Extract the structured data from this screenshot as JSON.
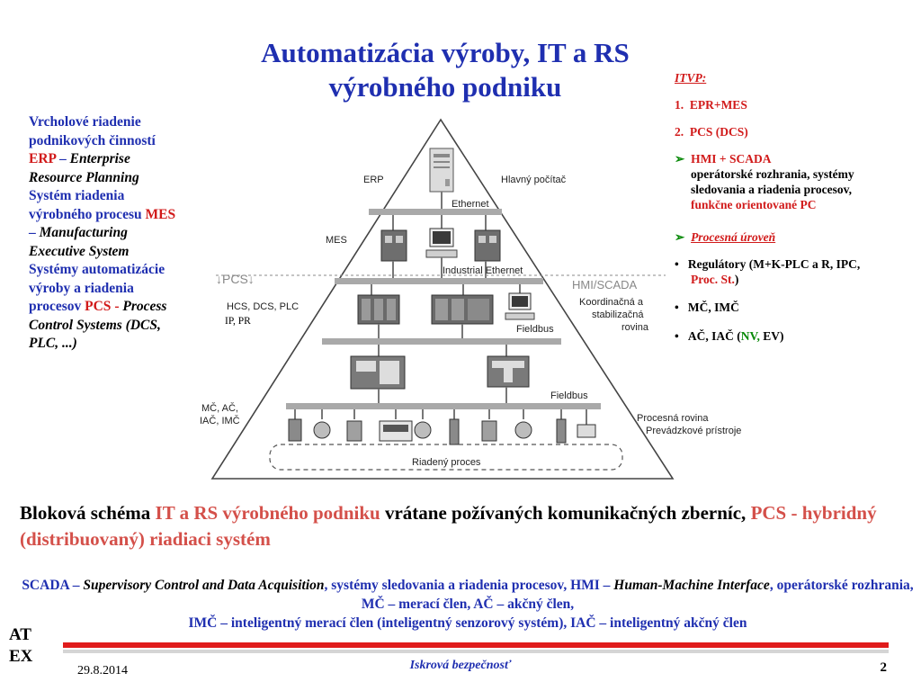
{
  "title": {
    "line1": "Automatizácia výroby, IT a RS",
    "line2": "výrobného podniku"
  },
  "left": {
    "erp_a": "Vrcholové riadenie podnikových činností ",
    "erp_abbr": "ERP",
    "dash": " –",
    "erp_full": "Enterprise Resource Planning",
    "mes_a": "Systém riadenia výrobného procesu ",
    "mes_abbr": "MES",
    "mes_full": "Manufacturing Executive System",
    "pcs_a": "Systémy automatizácie výroby a riadenia procesov ",
    "pcs_abbr": "PCS",
    "dash2": " -",
    "pcs_full": "Process Control Systems (DCS, PLC, ...)"
  },
  "right": {
    "itvp": "ITVP:",
    "n1": "1.",
    "item1": "EPR+MES",
    "n2": "2.",
    "item2": "PCS (DCS)",
    "arrow": "➢",
    "hmi": "HMI + SCADA",
    "hmi_d1": "operátorské rozhrania, systémy",
    "hmi_d2": "sledovania a riadenia procesov,",
    "hmi_d3": "funkčne orientované PC",
    "proc": "Procesná úroveň",
    "bullet": "•",
    "reg_a": "Regulátory (M+K-PLC a R, IPC,",
    "reg_b": "Proc. St.",
    "reg_c": ")",
    "mc": "MČ, IMČ",
    "ac_a": "AČ, IAČ (",
    "ac_nv": "NV,",
    "ac_b": " EV)"
  },
  "diagram": {
    "erp": "ERP",
    "main_pc": "Hlavný počítač",
    "ethernet": "Ethernet",
    "mes": "MES",
    "industrial_ethernet": "Industrial Ethernet",
    "pcs": "PCS",
    "hmi_scada": "HMI/SCADA",
    "hcs": "HCS, DCS, PLC",
    "ip_pr": "IP, PR",
    "coord1": "Koordinačná a",
    "coord2": "stabilizačná",
    "coord3": "rovina",
    "fieldbus1": "Fieldbus",
    "fieldbus2": "Fieldbus",
    "mc_ac1": "MČ, AČ,",
    "mc_ac2": "IAČ, IMČ",
    "proc_plane": "Procesná rovina",
    "devices": "Prevádzkové prístroje",
    "controlled": "Riadený proces"
  },
  "caption": {
    "a": "Bloková schéma ",
    "b": "IT a RS výrobného podniku",
    "c": " vrátane požívaných komunikačných zberníc, ",
    "d": "PCS - hybridný (distribuovaný) riadiaci systém"
  },
  "footnote": {
    "a": "SCADA – ",
    "b": "Supervisory Control and Data Acquisition",
    "c": ", systémy sledovania a riadenia procesov, HMI – ",
    "d": "Human-Machine Interface",
    "e": ", operátorské rozhrania, MČ – merací člen, AČ – akčný člen,",
    "f": "IMČ – inteligentný merací člen (inteligentný senzorový systém), IAČ – inteligentný akčný člen"
  },
  "footer": {
    "atex1": "AT",
    "atex2": "EX",
    "date": "29.8.2014",
    "center": "Iskrová bezpečnosť",
    "page": "2"
  },
  "colors": {
    "blue": "#1f2fb0",
    "red": "#d11a1a",
    "orange": "#d4504a",
    "green": "#0a8a0a",
    "bar_red": "#e01b1b"
  }
}
